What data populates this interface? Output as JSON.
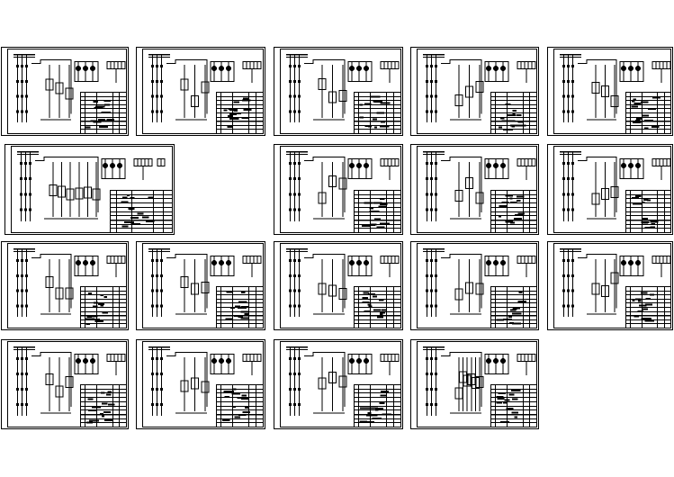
{
  "sheet_set": {
    "description_visible": false,
    "line_color": "#000000",
    "background": "#ffffff",
    "rows": [
      {
        "sheets": [
          {
            "kind": "motor-starter"
          },
          {
            "kind": "star-delta"
          },
          {
            "kind": "reversing"
          },
          {
            "kind": "two-speed"
          },
          {
            "kind": "reversing"
          }
        ]
      },
      {
        "sheets": [
          {
            "kind": "multi-motor-wide"
          },
          {
            "kind": "motor-starter"
          },
          {
            "kind": "star-delta"
          },
          {
            "kind": "reversing"
          }
        ]
      },
      {
        "sheets": [
          {
            "kind": "single-motor"
          },
          {
            "kind": "star-delta"
          },
          {
            "kind": "cabinet-layout"
          },
          {
            "kind": "motor-starter"
          },
          {
            "kind": "reversing"
          }
        ]
      },
      {
        "sheets": [
          {
            "kind": "single-motor"
          },
          {
            "kind": "terminal-wiring"
          },
          {
            "kind": "motor-starter"
          },
          {
            "kind": "multi-motor"
          }
        ]
      }
    ]
  }
}
